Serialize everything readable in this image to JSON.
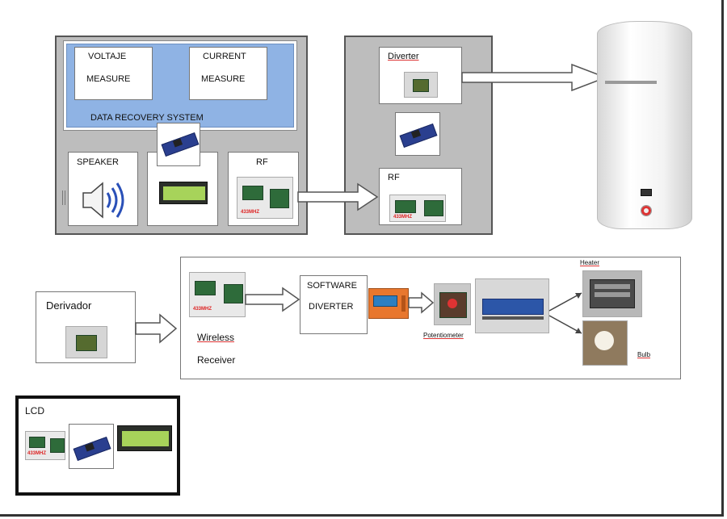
{
  "top_system": {
    "voltage_label": "VOLTAJE",
    "voltage_measure": "MEASURE",
    "current_label": "CURRENT",
    "current_measure": "MEASURE",
    "data_recovery": "DATA RECOVERY SYSTEM",
    "speaker": "SPEAKER",
    "rf": "RF",
    "rf_freq": "433MHZ"
  },
  "diverter_block": {
    "diverter": "Diverter",
    "rf": "RF",
    "rf_freq": "433MHZ"
  },
  "bottom": {
    "derivador": "Derivador",
    "wireless": "Wireless",
    "receiver": "Receiver",
    "rf_freq": "433MHZ",
    "software": "SOFTWARE",
    "diverter": "DIVERTER",
    "potentiometer": "Potentiometer",
    "heater": "Heater",
    "bulb": "Bulb"
  },
  "lcd_panel": {
    "title": "LCD",
    "rf_freq": "433MHZ"
  },
  "colors": {
    "accent_blue": "#8fb3e4",
    "panel_grey": "#bdbdbd",
    "warning_red": "#d22222",
    "software_orange": "#e8772e"
  }
}
